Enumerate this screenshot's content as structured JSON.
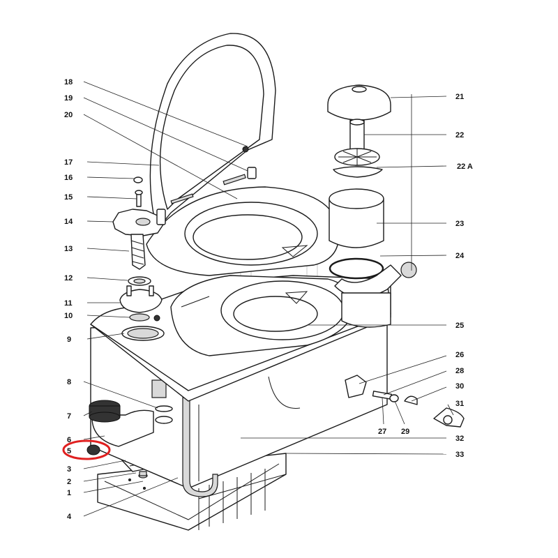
{
  "callouts": [
    {
      "id": "n18",
      "text": "18"
    },
    {
      "id": "n19",
      "text": "19"
    },
    {
      "id": "n20",
      "text": "20"
    },
    {
      "id": "n17",
      "text": "17"
    },
    {
      "id": "n16",
      "text": "16"
    },
    {
      "id": "n15",
      "text": "15"
    },
    {
      "id": "n14",
      "text": "14"
    },
    {
      "id": "n13",
      "text": "13"
    },
    {
      "id": "n12",
      "text": "12"
    },
    {
      "id": "n11",
      "text": "11"
    },
    {
      "id": "n10",
      "text": "10"
    },
    {
      "id": "n9",
      "text": "9"
    },
    {
      "id": "n8",
      "text": "8"
    },
    {
      "id": "n7",
      "text": "7"
    },
    {
      "id": "n6",
      "text": "6"
    },
    {
      "id": "n5",
      "text": "5"
    },
    {
      "id": "n3",
      "text": "3"
    },
    {
      "id": "n2",
      "text": "2"
    },
    {
      "id": "n1",
      "text": "1"
    },
    {
      "id": "n4",
      "text": "4"
    },
    {
      "id": "n21",
      "text": "21"
    },
    {
      "id": "n22",
      "text": "22"
    },
    {
      "id": "n22a",
      "text": "22 A"
    },
    {
      "id": "n23",
      "text": "23"
    },
    {
      "id": "n24",
      "text": "24"
    },
    {
      "id": "n25",
      "text": "25"
    },
    {
      "id": "n26",
      "text": "26"
    },
    {
      "id": "n28",
      "text": "28"
    },
    {
      "id": "n30",
      "text": "30"
    },
    {
      "id": "n31",
      "text": "31"
    },
    {
      "id": "n27",
      "text": "27"
    },
    {
      "id": "n29",
      "text": "29"
    },
    {
      "id": "n32",
      "text": "32"
    },
    {
      "id": "n33",
      "text": "33"
    }
  ],
  "highlight": {
    "target": "5",
    "color": "#e02020"
  },
  "colors": {
    "line": "#1a1a1a",
    "shade": "#d9d9d9",
    "watermark": "#c8c8c8"
  }
}
